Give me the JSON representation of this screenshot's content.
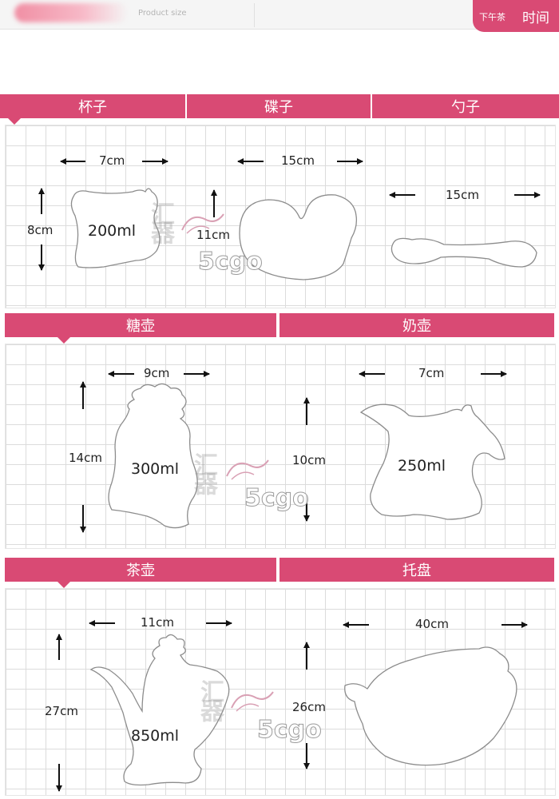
{
  "header": {
    "section_label": "Product size",
    "brand_small": "下午茶",
    "brand_large": "时间"
  },
  "sections": {
    "cup": {
      "title": "杯子",
      "width": "7cm",
      "height": "8cm",
      "volume": "200ml"
    },
    "saucer": {
      "title": "碟子",
      "width": "15cm",
      "height": "11cm"
    },
    "spoon": {
      "title": "勺子",
      "width": "15cm"
    },
    "sugar_pot": {
      "title": "糖壶",
      "width": "9cm",
      "height": "14cm",
      "volume": "300ml"
    },
    "milk_pot": {
      "title": "奶壶",
      "width": "7cm",
      "height": "10cm",
      "volume": "250ml"
    },
    "teapot": {
      "title": "茶壶",
      "width": "11cm",
      "height": "27cm",
      "volume": "850ml"
    },
    "tray": {
      "title": "托盘",
      "width": "40cm",
      "height": "26cm"
    }
  },
  "watermark": {
    "cn": "汇器",
    "en": "5cgo"
  },
  "colors": {
    "accent": "#d94a74",
    "grid": "#dcdcdc",
    "outline": "#9a9a9a"
  }
}
